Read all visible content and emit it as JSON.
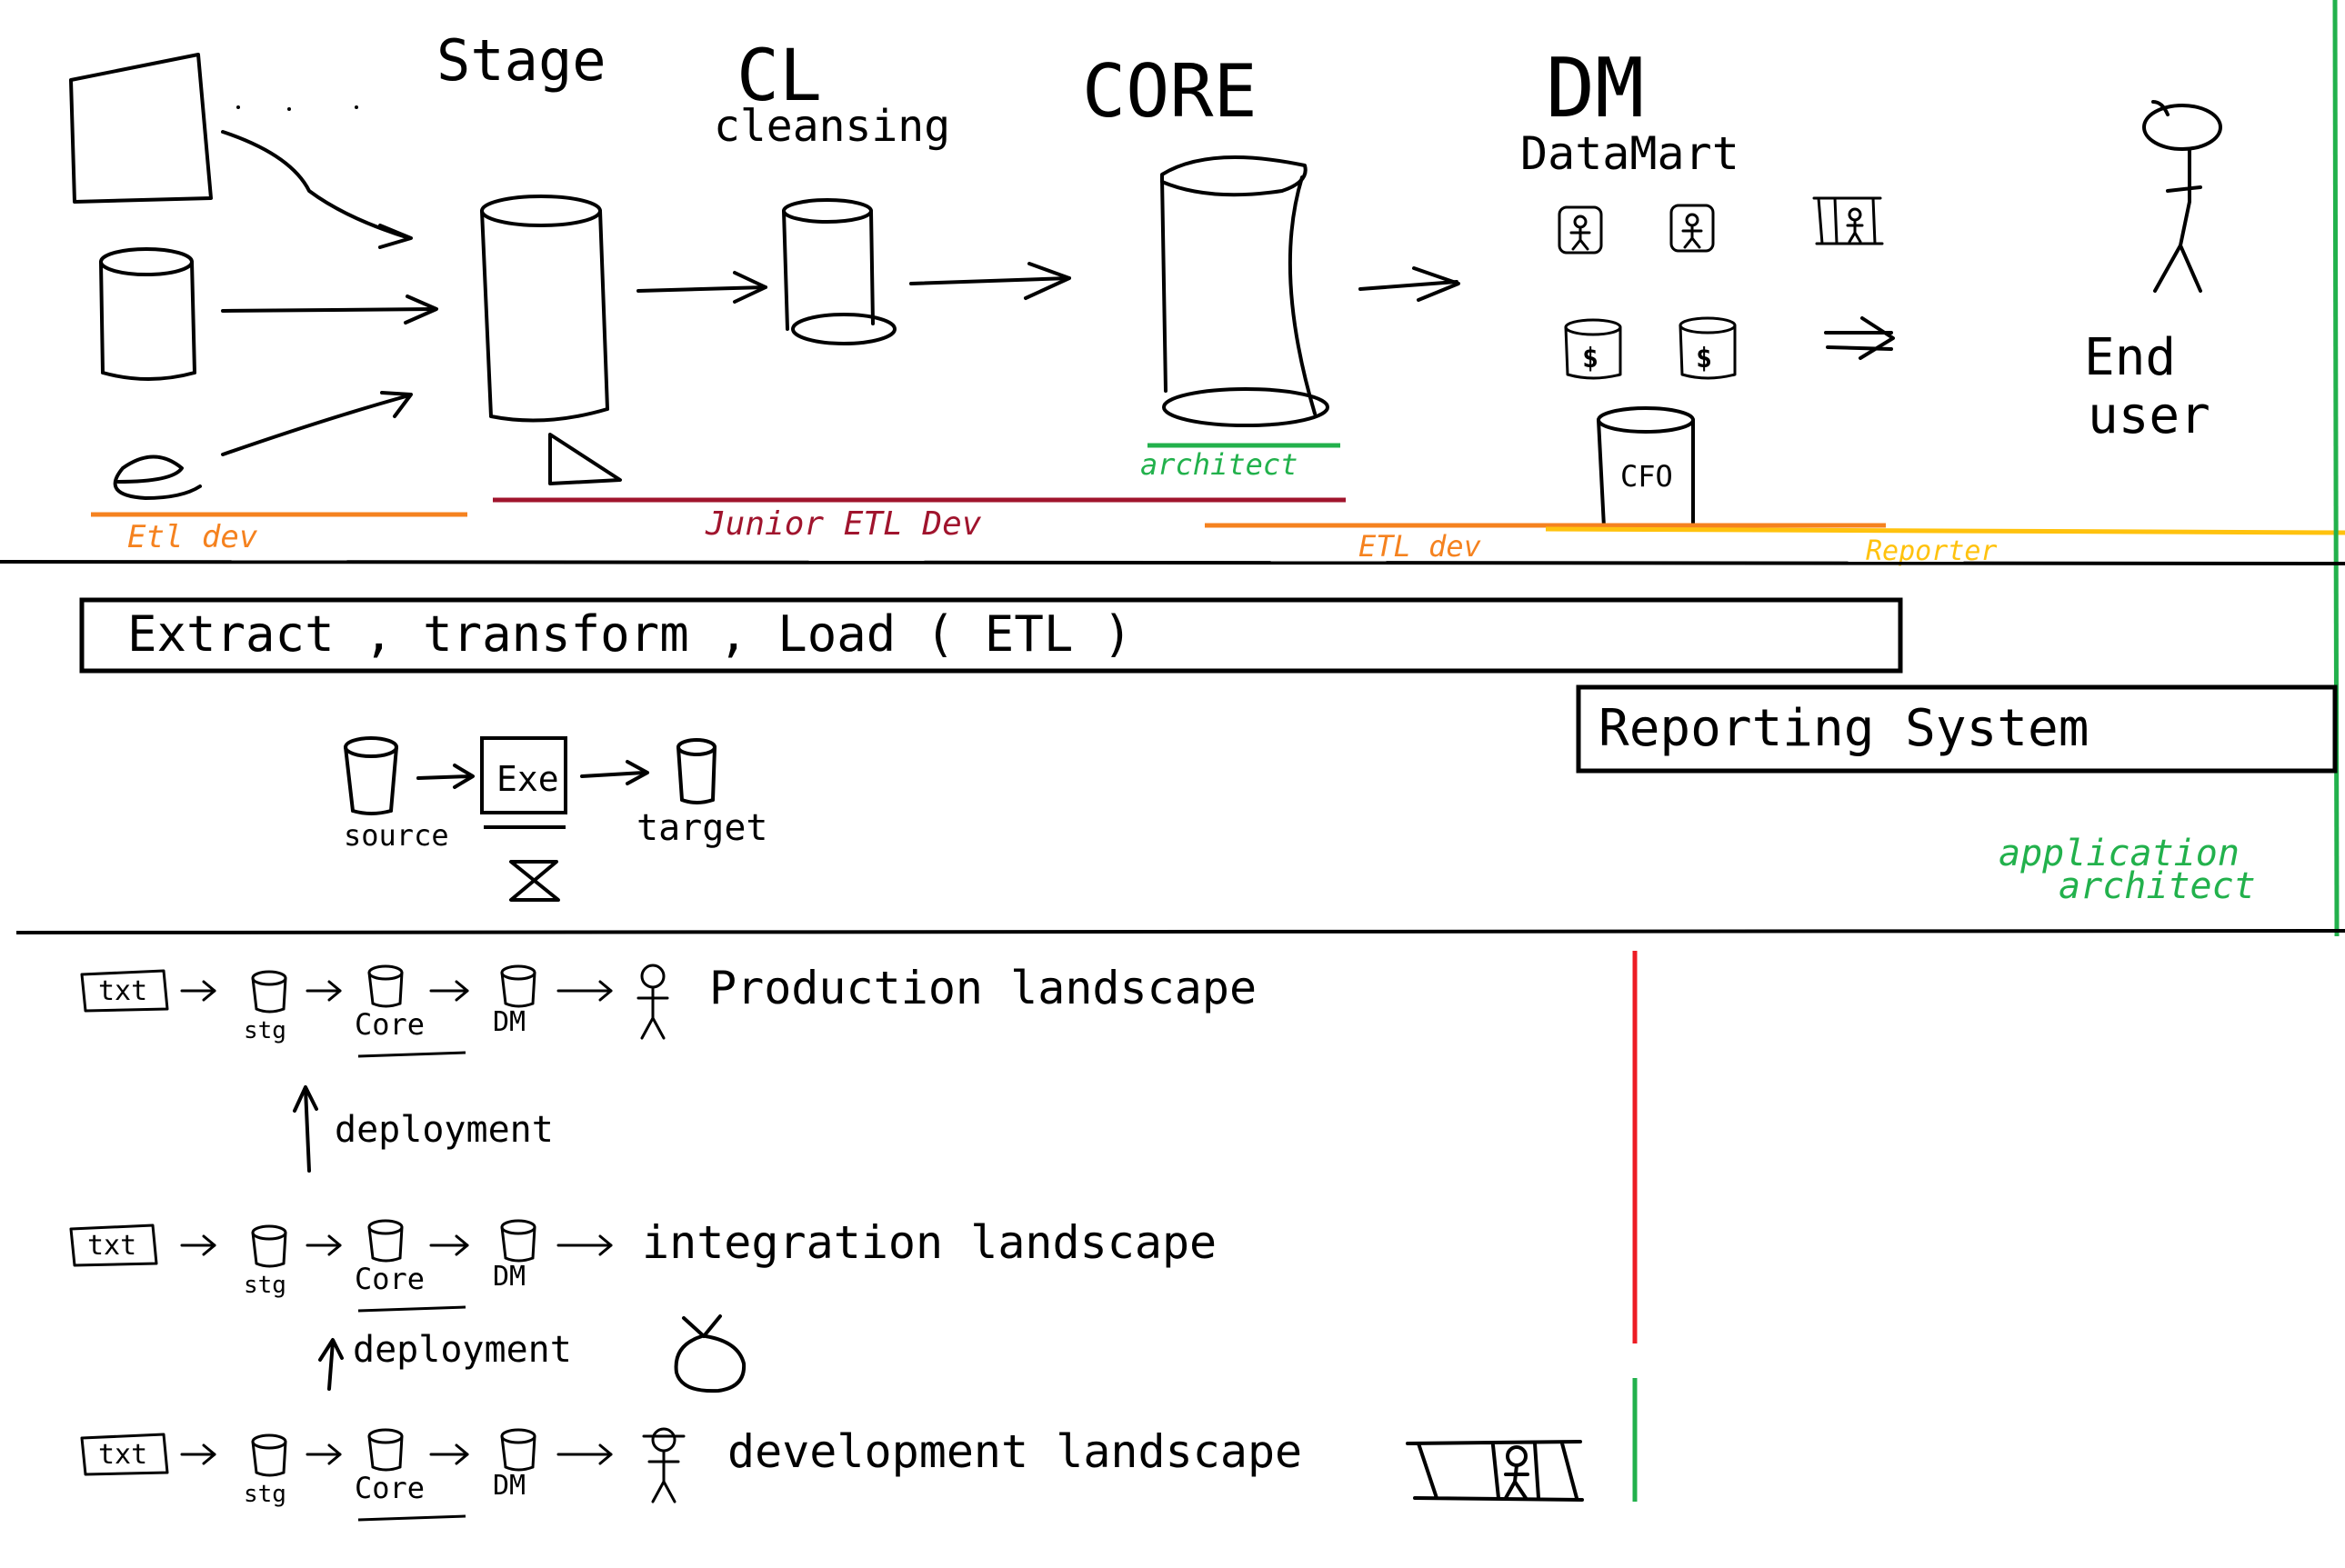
{
  "layers": {
    "stage": "Stage",
    "cl": "CL",
    "cl_sub": "cleansing",
    "core": "CORE",
    "dm": "DM",
    "dm_sub": "DataMart",
    "end_user_line1": "End",
    "end_user_line2": "user",
    "cfo": "CFO"
  },
  "roles": {
    "etl_dev_left": "Etl dev",
    "junior_etl_dev": "Junior ETL Dev",
    "architect": "architect",
    "etl_dev_right": "ETL dev",
    "reporter": "Reporter",
    "application_architect_line1": "application",
    "application_architect_line2": "architect"
  },
  "colors": {
    "orange": "#f5821f",
    "dark_red": "#a0142d",
    "green": "#22b14c",
    "yellow": "#ffc20e",
    "red": "#ed1c24"
  },
  "boxes": {
    "etl": "Extract , transform , Load ( ETL )",
    "reporting": "Reporting System"
  },
  "etl_flow": {
    "source": "source",
    "exe": "Exe",
    "target": "target"
  },
  "landscapes": [
    {
      "txt": "txt",
      "stg": "stg",
      "core": "Core",
      "dm": "DM",
      "label": "Production landscape"
    },
    {
      "txt": "txt",
      "stg": "stg",
      "core": "Core",
      "dm": "DM",
      "label": "integration landscape"
    },
    {
      "txt": "txt",
      "stg": "stg",
      "core": "Core",
      "dm": "DM",
      "label": "development landscape"
    }
  ],
  "deployment": [
    "deployment",
    "deployment"
  ],
  "icons": [
    "rectangle-source-icon",
    "database-icon",
    "e-icon",
    "triangle-icon",
    "person-icon",
    "dollar-db-icon",
    "prison-icon",
    "money-bag-icon",
    "hourglass-icon"
  ]
}
